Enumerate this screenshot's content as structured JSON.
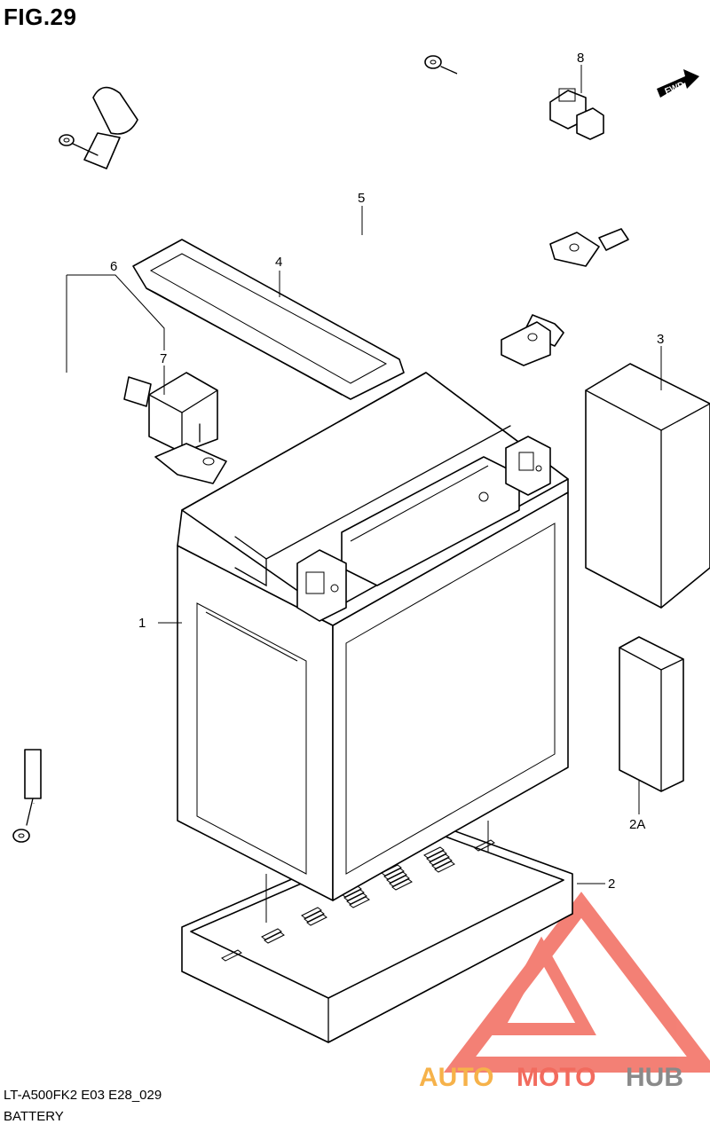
{
  "header": {
    "figure_title": "FIG.29"
  },
  "footer": {
    "model_code": "LT-A500FK2 E03 E28_029",
    "section_name": "BATTERY"
  },
  "fwd_badge": {
    "label": "FWD"
  },
  "callouts": {
    "battery": "1",
    "tray": "2",
    "sheet_2a": "2A",
    "pad": "3",
    "band": "4",
    "negative_lead": "5",
    "positive_lead": "6",
    "cover": "7",
    "sub_harness": "8"
  },
  "watermark": {
    "prefix": "AUTO",
    "middle": "MOTO",
    "suffix": "HUB",
    "colors": {
      "prefix": "#f6b24a",
      "middle": "#f26b5e",
      "suffix": "#8a8a8a",
      "emblem": "#f26b5e"
    }
  }
}
